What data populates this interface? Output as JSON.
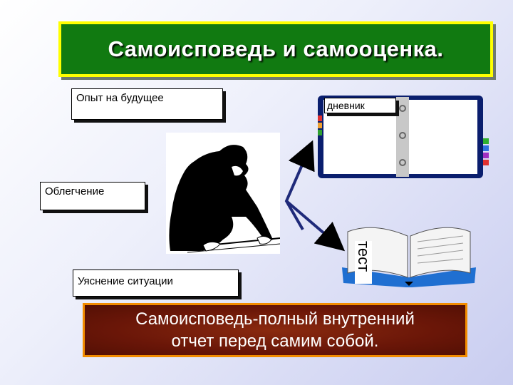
{
  "title": "Самоисповедь и самооценка.",
  "labels": {
    "future": "Опыт на будущее",
    "relief": "Облегчение",
    "clarify": "Уяснение ситуации",
    "diary": "дневник",
    "test": "тест"
  },
  "definition": {
    "line1": "Самоисповедь-полный внутренний",
    "line2": "отчет перед самим собой."
  },
  "colors": {
    "title_bg": "#117a11",
    "title_border": "#ffff00",
    "definition_bg": "#6a1608",
    "definition_border": "#f28c00",
    "diary_frame": "#0a1e6e",
    "book_cover": "#1f6fd1"
  }
}
